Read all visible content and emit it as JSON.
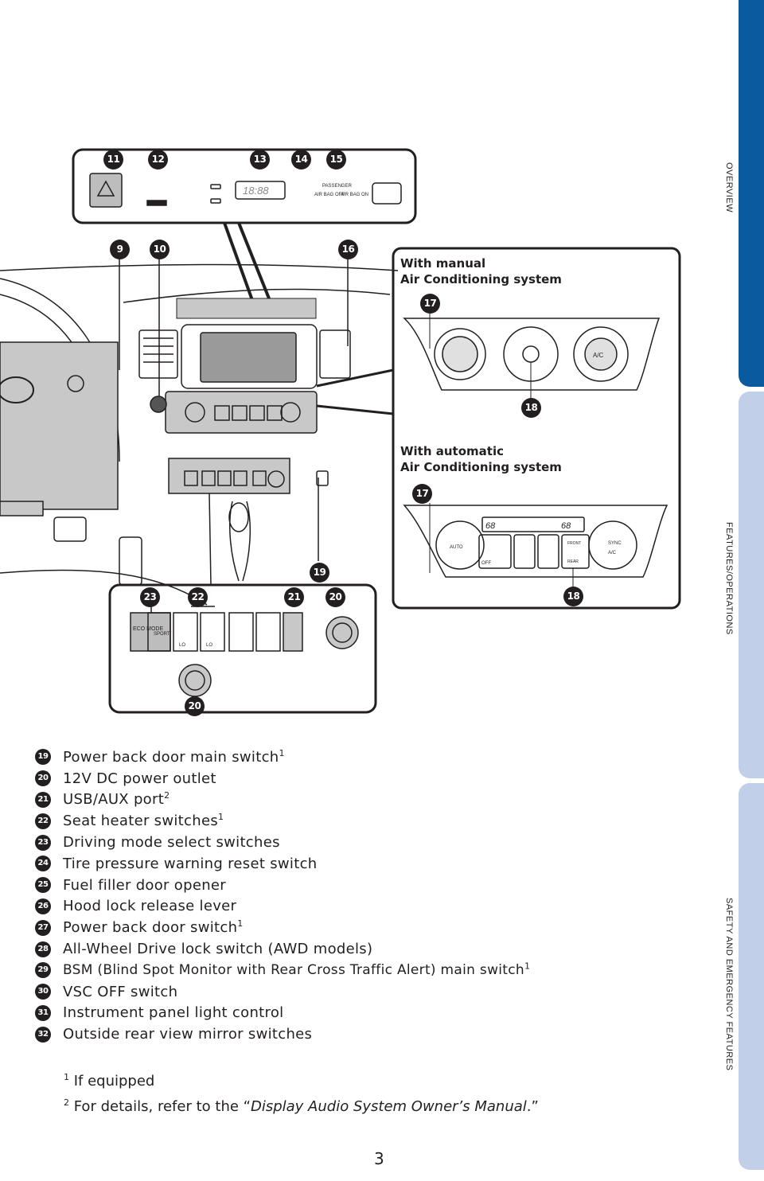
{
  "side_tabs": [
    "OVERVIEW",
    "FEATURES/OPERATIONS",
    "SAFETY AND EMERGENCY FEATURES"
  ],
  "diagram": {
    "manual_title_line1": "With manual",
    "manual_title_line2": "Air Conditioning system",
    "auto_title_line1": "With automatic",
    "auto_title_line2": "Air Conditioning system",
    "overhead_labels": {
      "passenger": "PASSENGER",
      "airbag_off": "AIR BAG OFF",
      "airbag_on": "AIR BAG ON",
      "clock": "18:88"
    },
    "switch_labels": {
      "eco": "ECO MODE",
      "sport": "SPORT",
      "lo": "LO",
      "ac": "A/C",
      "auto": "AUTO",
      "off": "OFF",
      "sync": "SYNC",
      "front": "FRONT",
      "rear": "REAR",
      "temp_left": "68",
      "temp_right": "68"
    },
    "badges": [
      "11",
      "12",
      "13",
      "14",
      "15",
      "9",
      "10",
      "16",
      "17",
      "18",
      "17",
      "18",
      "19",
      "23",
      "22",
      "21",
      "20",
      "20"
    ]
  },
  "legend": [
    {
      "num": "19",
      "text": "Power back door main switch",
      "sup": "1"
    },
    {
      "num": "20",
      "text": "12V DC power outlet",
      "sup": ""
    },
    {
      "num": "21",
      "text": "USB/AUX port",
      "sup": "2"
    },
    {
      "num": "22",
      "text": "Seat heater switches",
      "sup": "1"
    },
    {
      "num": "23",
      "text": "Driving mode select switches",
      "sup": ""
    },
    {
      "num": "24",
      "text": "Tire pressure warning reset switch",
      "sup": ""
    },
    {
      "num": "25",
      "text": "Fuel filler door opener",
      "sup": ""
    },
    {
      "num": "26",
      "text": "Hood lock release lever",
      "sup": ""
    },
    {
      "num": "27",
      "text": "Power back door switch",
      "sup": "1"
    },
    {
      "num": "28",
      "text": "All-Wheel Drive lock switch (AWD models)",
      "sup": ""
    },
    {
      "num": "29",
      "text": "BSM (Blind Spot Monitor with Rear Cross Traffic Alert) main switch",
      "sup": "1"
    },
    {
      "num": "30",
      "text": "VSC OFF switch",
      "sup": ""
    },
    {
      "num": "31",
      "text": "Instrument panel light control",
      "sup": ""
    },
    {
      "num": "32",
      "text": "Outside rear view mirror switches",
      "sup": ""
    }
  ],
  "footnotes": {
    "f1_mark": "1",
    "f1_text": " If equipped",
    "f2_mark": "2",
    "f2_prefix": " For details, refer to the “",
    "f2_italic": "Display Audio System Owner’s Manual",
    "f2_suffix": ".”"
  },
  "page_number": "3"
}
